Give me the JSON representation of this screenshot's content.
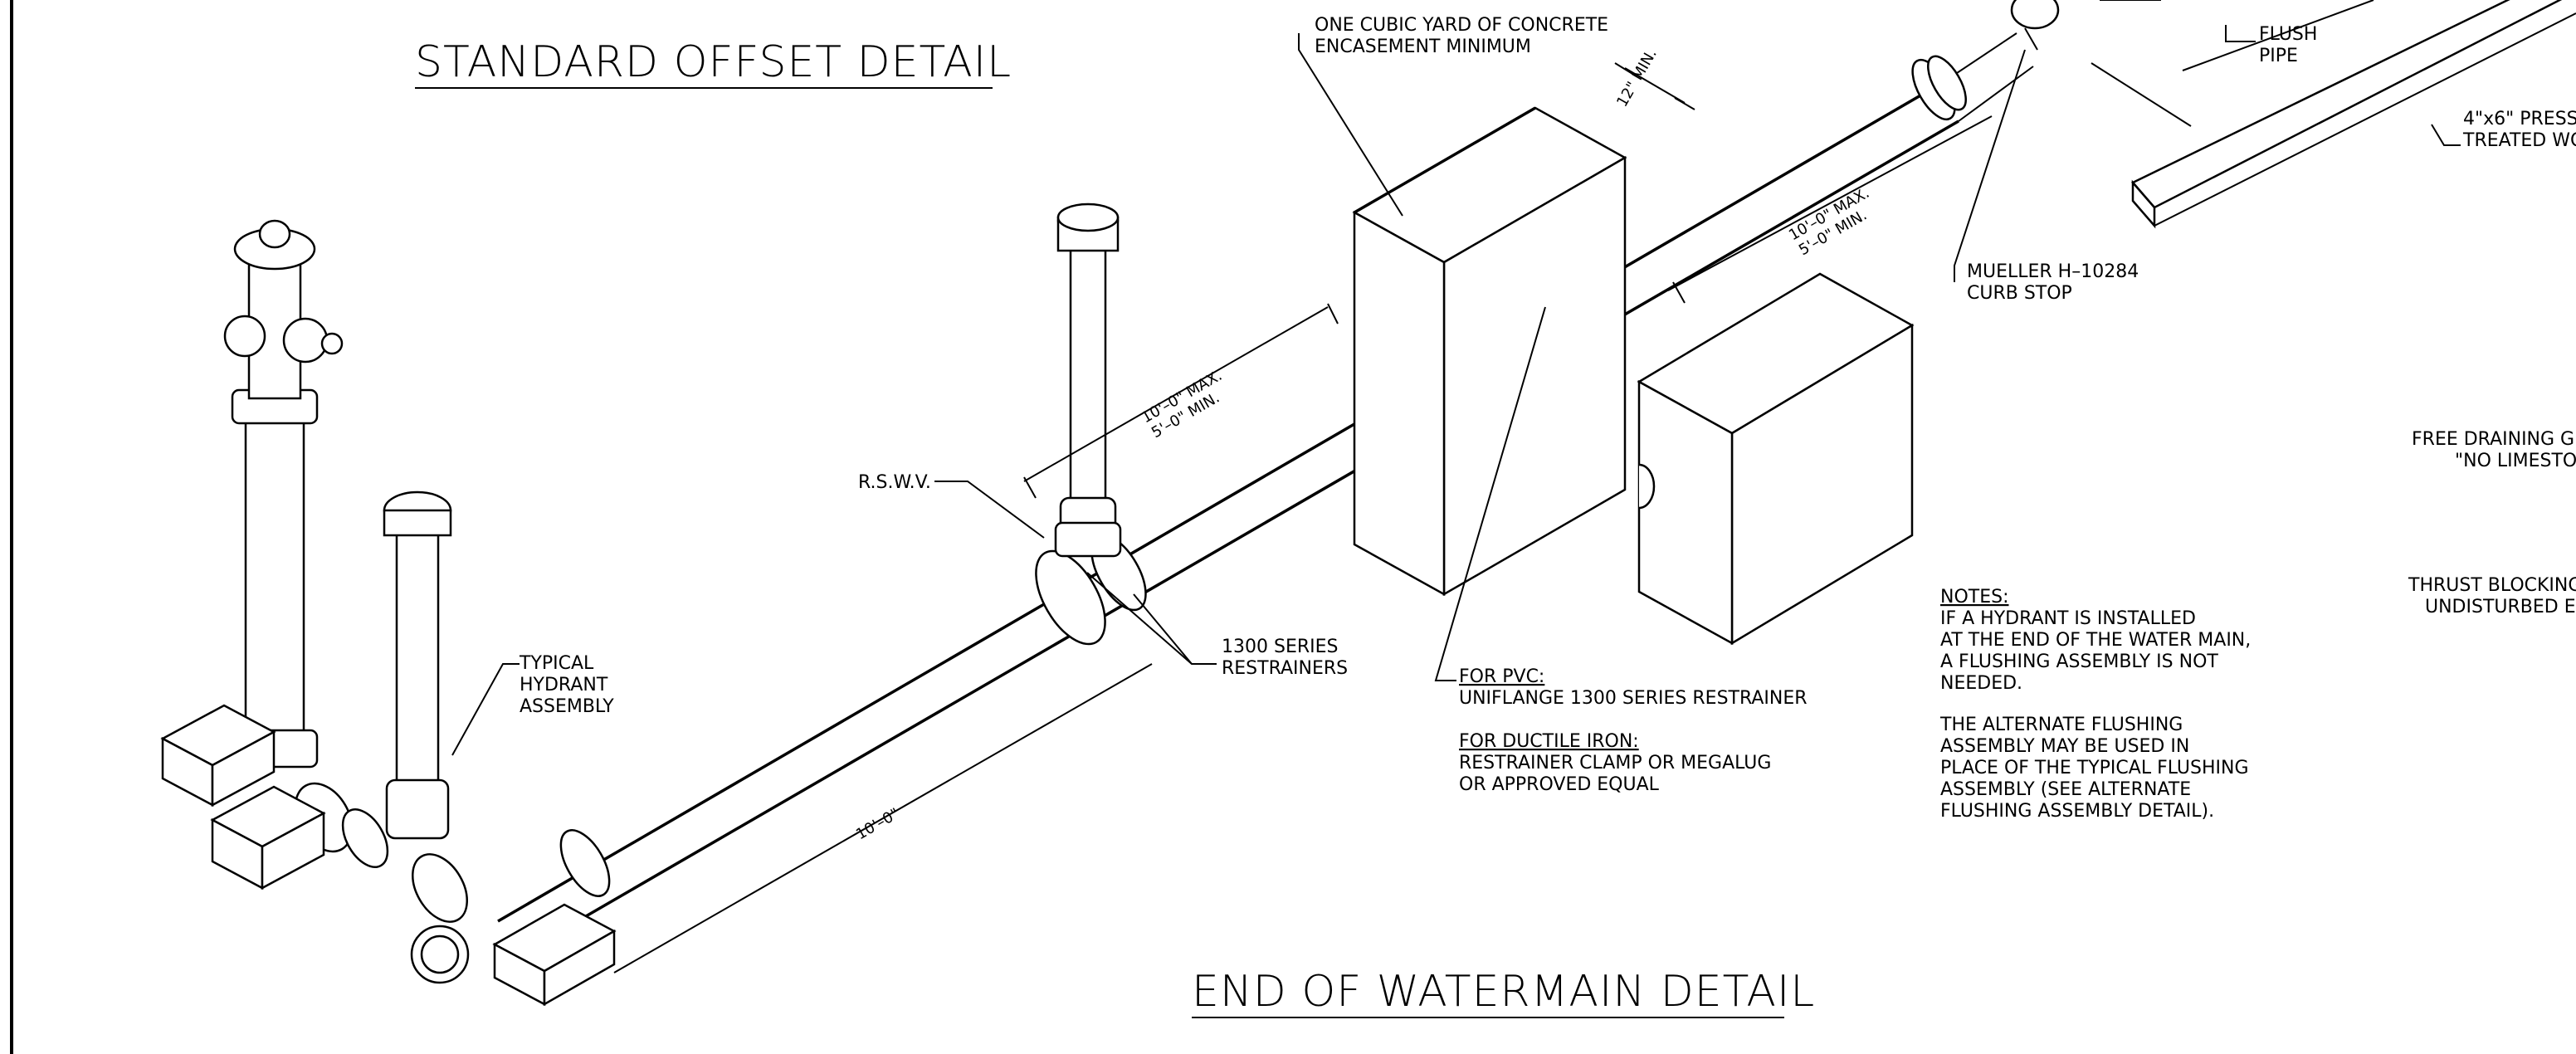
{
  "titles": {
    "standard_offset": "STANDARD OFFSET DETAIL",
    "end_of_watermain": "END OF WATERMAIN DETAIL"
  },
  "labels": {
    "concrete_1": "ONE CUBIC YARD OF CONCRETE",
    "concrete_2": "ENCASEMENT MINIMUM",
    "flush_1": "FLUSH",
    "flush_2": "PIPE",
    "wood_1": "4\"x6\" PRESS",
    "wood_2": "TREATED WO",
    "curb_1": "MUELLER H–10284",
    "curb_2": "CURB STOP",
    "rswv": "R.S.W.V.",
    "hydrant_1": "TYPICAL",
    "hydrant_2": "HYDRANT",
    "hydrant_3": "ASSEMBLY",
    "restrainers_1": "1300 SERIES",
    "restrainers_2": "RESTRAINERS",
    "pvc_head": "FOR PVC:",
    "pvc_body": "UNIFLANGE 1300 SERIES RESTRAINER",
    "di_head": "FOR DUCTILE IRON:",
    "di_body_1": "RESTRAINER CLAMP OR MEGALUG",
    "di_body_2": "OR APPROVED EQUAL",
    "free_1": "FREE DRAINING G",
    "free_2": "\"NO LIMESTO",
    "thrust_1": "THRUST BLOCKING",
    "thrust_2": "UNDISTURBED E"
  },
  "notes": {
    "heading": "NOTES:",
    "line_1": "IF A HYDRANT IS INSTALLED",
    "line_2": "AT THE END OF THE WATER MAIN,",
    "line_3": "A FLUSHING ASSEMBLY IS NOT",
    "line_4": "NEEDED.",
    "line_5": "THE ALTERNATE FLUSHING",
    "line_6": "ASSEMBLY MAY BE USED IN",
    "line_7": "PLACE OF THE TYPICAL FLUSHING",
    "line_8": "ASSEMBLY (SEE ALTERNATE",
    "line_9": "FLUSHING ASSEMBLY DETAIL)."
  },
  "dimensions": {
    "d12_min": "12\" MIN.",
    "top_max": "10'–0\" MAX.",
    "top_min": "5'–0\" MIN.",
    "mid_max": "10'–0\" MAX.",
    "mid_min": "5'–0\" MIN.",
    "ten_ft": "10'–0\""
  },
  "colors": {
    "ink": "#000000",
    "paper": "#ffffff"
  }
}
